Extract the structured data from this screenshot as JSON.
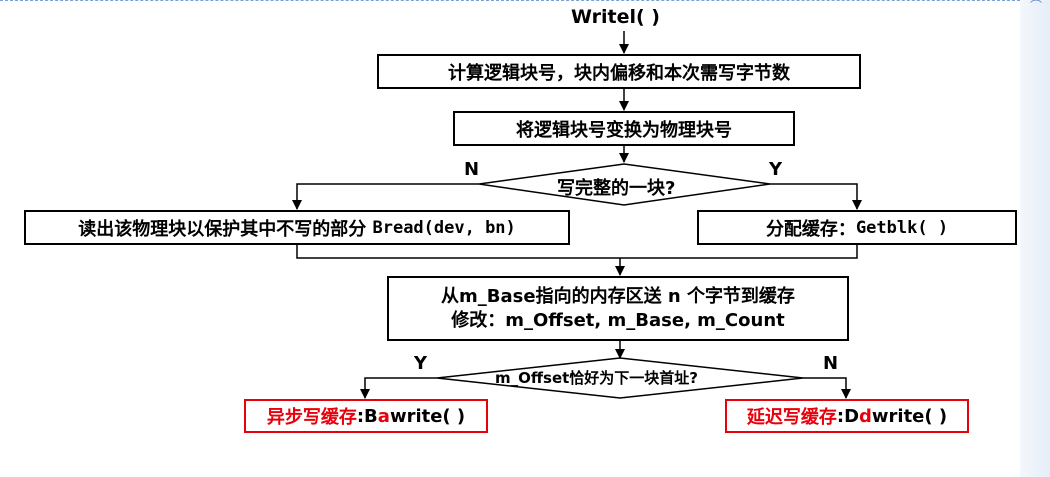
{
  "title": "Writel( )",
  "steps": {
    "compute": "计算逻辑块号，块内偏移和本次需写字节数",
    "convert": "将逻辑块号变换为物理块号"
  },
  "decision_full_block": {
    "question": "写完整的一块?",
    "no_label": "N",
    "yes_label": "Y"
  },
  "branch_no": {
    "text": "读出该物理块以保护其中不写的部分",
    "call": "Bread(dev, bn)"
  },
  "branch_yes": {
    "text": "分配缓存：",
    "call": "Getblk( )"
  },
  "copy_step": {
    "line1": "从m_Base指向的内存区送 n 个字节到缓存",
    "line2": "修改：m_Offset, m_Base, m_Count"
  },
  "decision_offset": {
    "question": "m_Offset恰好为下一块首址?",
    "yes_label": "Y",
    "no_label": "N"
  },
  "async_write": {
    "label": "异步写缓存",
    "sep": ": ",
    "first": "B",
    "accent": "a",
    "rest": "write( )"
  },
  "delayed_write": {
    "label": "延迟写缓存",
    "sep": ": ",
    "first": "D",
    "accent": "d",
    "rest": "write( )"
  },
  "colors": {
    "line": "#000000",
    "accent_red": "#e8000b",
    "frame_blue": "#7aa0d8"
  }
}
